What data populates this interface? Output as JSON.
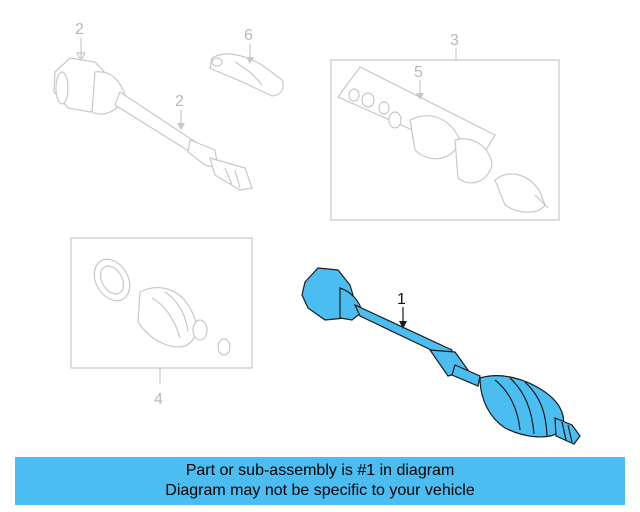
{
  "colors": {
    "highlight": "#4bbdf0",
    "banner": "#4bbdf0",
    "ghost": "#c8c8c8"
  },
  "callouts": {
    "shaft_top_label": "2",
    "shaft_label": "2",
    "clamp_label": "6",
    "repair_kit_label": "3",
    "boot_kit_label": "5",
    "boot_set_label": "4",
    "axle_label": "1"
  },
  "banner": {
    "line1": "Part or sub-assembly is #1 in diagram",
    "line2": "Diagram may not be specific to your vehicle"
  }
}
